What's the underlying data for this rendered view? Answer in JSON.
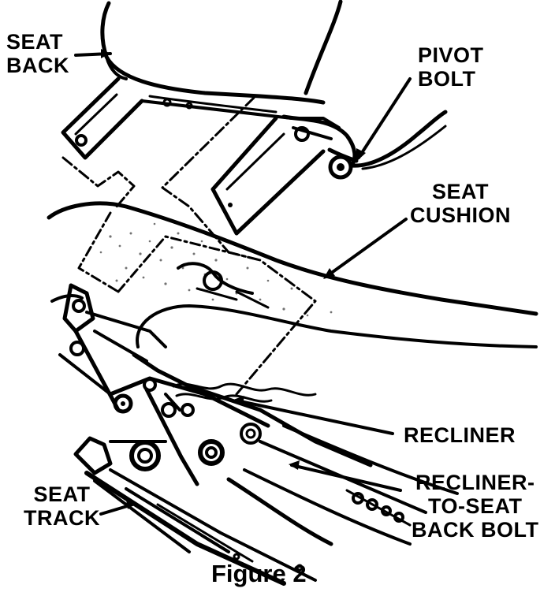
{
  "labels": {
    "seat_back": [
      "SEAT",
      "BACK"
    ],
    "pivot_bolt": [
      "PIVOT",
      "BOLT"
    ],
    "seat_cushion": [
      "SEAT",
      "CUSHION"
    ],
    "recliner": "RECLINER",
    "recliner_bolt": [
      "RECLINER-",
      "TO-SEAT",
      "BACK BOLT"
    ],
    "seat_track": [
      "SEAT",
      "TRACK"
    ]
  },
  "caption": "Figure 2"
}
